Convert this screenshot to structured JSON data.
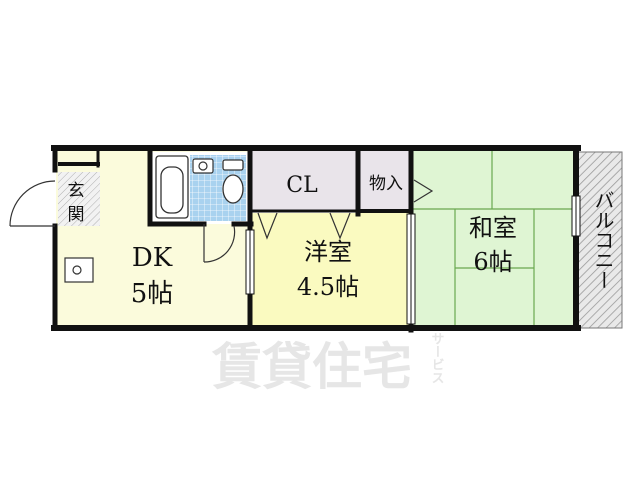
{
  "rooms": {
    "entrance": {
      "line1": "玄",
      "line2": "関"
    },
    "dk": {
      "name": "DK",
      "size": "5帖"
    },
    "closet": {
      "name": "CL"
    },
    "storage": {
      "name": "物入"
    },
    "western": {
      "name": "洋室",
      "size": "4.5帖"
    },
    "japanese": {
      "name": "和室",
      "size": "6帖"
    },
    "balcony": {
      "name": "バルコニー"
    }
  },
  "watermark": {
    "main": "賃貸住宅",
    "sub": "サービス"
  },
  "colors": {
    "wall": "#111111",
    "dk_floor": "#fbfbdc",
    "western_floor": "#fafac0",
    "japanese_floor": "#dff5d3",
    "tatami_line": "#6aa84f",
    "closet_floor": "#e9e4ea",
    "bath_tile": "#a9d2ef",
    "balcony_hatch": "#9a9a9a",
    "entrance_hatch": "#b0b0b0"
  }
}
